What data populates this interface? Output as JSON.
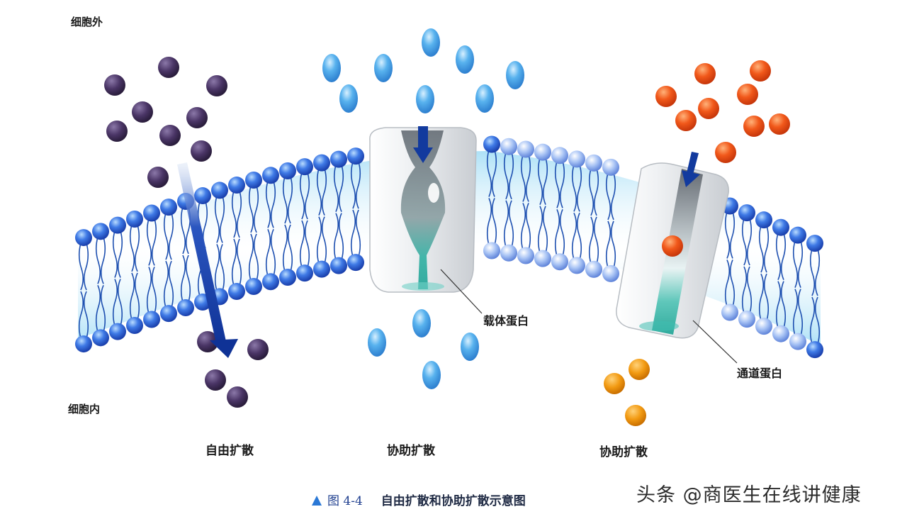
{
  "labels": {
    "outside": "细胞外",
    "inside": "细胞内",
    "free_diffusion": "自由扩散",
    "facilitated_diffusion_carrier": "协助扩散",
    "facilitated_diffusion_channel": "协助扩散",
    "carrier_protein": "载体蛋白",
    "channel_protein": "通道蛋白"
  },
  "caption": {
    "figure_number": "图 4-4",
    "text": "自由扩散和协助扩散示意图"
  },
  "watermark": "头条 @商医生在线讲健康",
  "colors": {
    "membrane_head": "#2f62d8",
    "membrane_tail": "#6ec3ea",
    "small_molecule": "#4a3566",
    "carrier_solute": "#4ea8e6",
    "channel_solute": "#f1581a",
    "arrow": "#123a9e",
    "channel_inner": "#35bfb0"
  },
  "icons": {
    "arrow_free": "down-arrow-icon",
    "arrow_carrier": "down-arrow-icon",
    "arrow_channel": "down-arrow-icon"
  }
}
